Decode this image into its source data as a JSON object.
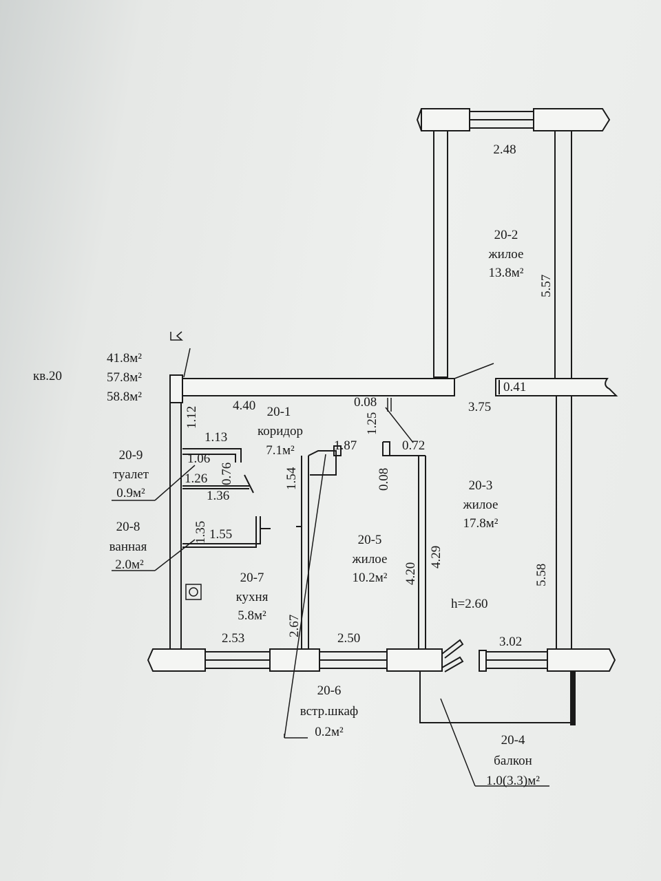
{
  "apartment": {
    "label": "кв.20",
    "areas": [
      "41.8м²",
      "57.8м²",
      "58.8м²"
    ]
  },
  "rooms": [
    {
      "id": "20-1",
      "name": "коридор",
      "area": "7.1м²"
    },
    {
      "id": "20-2",
      "name": "жилое",
      "area": "13.8м²"
    },
    {
      "id": "20-3",
      "name": "жилое",
      "area": "17.8м²"
    },
    {
      "id": "20-4",
      "name": "балкон",
      "area": "1.0(3.3)м²"
    },
    {
      "id": "20-5",
      "name": "жилое",
      "area": "10.2м²"
    },
    {
      "id": "20-6",
      "name": "встр.шкаф",
      "area": "0.2м²"
    },
    {
      "id": "20-7",
      "name": "кухня",
      "area": "5.8м²"
    },
    {
      "id": "20-8",
      "name": "ванная",
      "area": "2.0м²"
    },
    {
      "id": "20-9",
      "name": "туалет",
      "area": "0.9м²"
    }
  ],
  "ceiling_height": "h=2.60",
  "dimensions": {
    "d_2_48": "2.48",
    "d_5_57": "5.57",
    "d_0_41": "0.41",
    "d_4_40": "4.40",
    "d_0_08_top": "0.08",
    "d_1_25": "1.25",
    "d_3_75": "3.75",
    "d_1_12": "1.12",
    "d_1_13": "1.13",
    "d_1_06": "1.06",
    "d_0_76": "0.76",
    "d_1_26": "1.26",
    "d_1_36": "1.36",
    "d_1_54": "1.54",
    "d_1_87": "1.87",
    "d_0_72": "0.72",
    "d_0_08_mid": "0.08",
    "d_1_35": "1.35",
    "d_1_55": "1.55",
    "d_4_20": "4.20",
    "d_4_29": "4.29",
    "d_5_58": "5.58",
    "d_2_53": "2.53",
    "d_2_67": "2.67",
    "d_2_50": "2.50",
    "d_3_02": "3.02"
  }
}
